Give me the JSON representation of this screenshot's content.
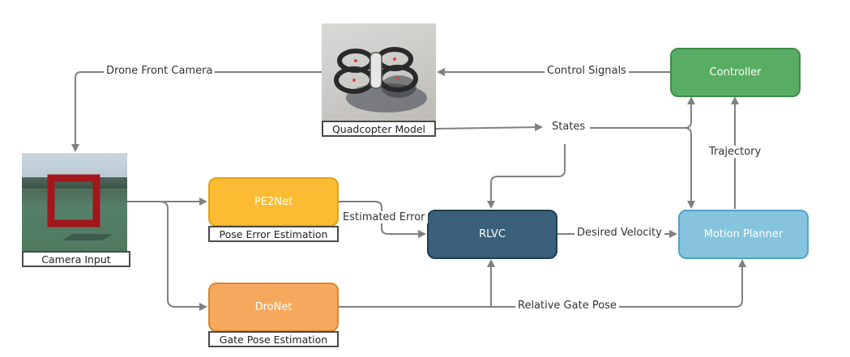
{
  "diagram": {
    "nodes": {
      "quadcopter": {
        "caption": "Quadcopter Model",
        "kind": "image"
      },
      "camera": {
        "caption": "Camera Input",
        "kind": "image"
      },
      "pe2net": {
        "label": "PE2Net",
        "caption": "Pose Error Estimation",
        "color": "#FBBC33"
      },
      "dronet": {
        "label": "DroNet",
        "caption": "Gate Pose Estimation",
        "color": "#F6A95C"
      },
      "rlvc": {
        "label": "RLVC",
        "color": "#3A6079"
      },
      "motion_planner": {
        "label": "Motion Planner",
        "color": "#86C4DE"
      },
      "controller": {
        "label": "Controller",
        "color": "#58AD63"
      }
    },
    "edge_labels": {
      "drone_front_camera": "Drone Front Camera",
      "control_signals": "Control Signals",
      "states": "States",
      "trajectory": "Trajectory",
      "estimated_error": "Estimated Error",
      "desired_velocity": "Desired Velocity",
      "relative_gate_pose": "Relative Gate Pose"
    },
    "colors": {
      "wire": "#808080"
    }
  }
}
